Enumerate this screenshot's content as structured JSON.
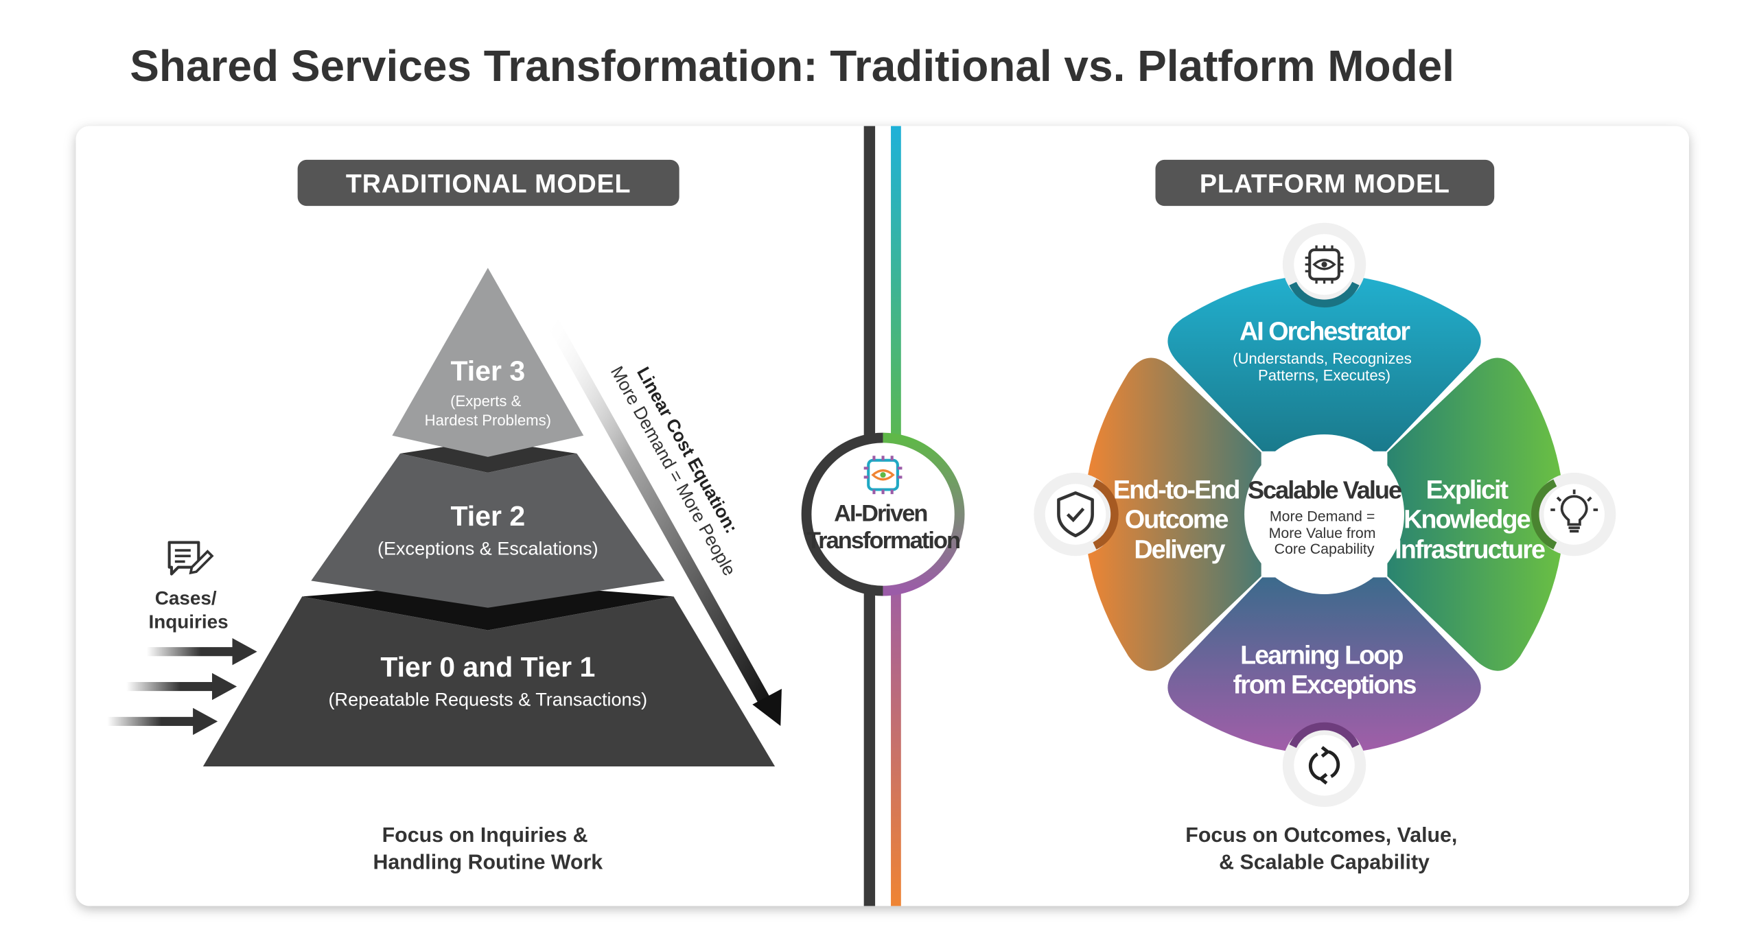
{
  "title": "Shared Services Transformation: Traditional vs. Platform Model",
  "traditional": {
    "header": "TRADITIONAL MODEL",
    "tiers": [
      {
        "name": "Tier 3",
        "desc_lines": [
          "(Experts &",
          "Hardest Problems)"
        ]
      },
      {
        "name": "Tier 2",
        "desc_lines": [
          "(Exceptions & Escalations)"
        ]
      },
      {
        "name": "Tier 0 and Tier 1",
        "desc_lines": [
          "(Repeatable Requests & Transactions)"
        ]
      }
    ],
    "input_label_lines": [
      "Cases/",
      "Inquiries"
    ],
    "input_icon": "document-edit-icon",
    "cost_arrow": {
      "title": "Linear Cost Equation:",
      "subtitle": "More Demand = More People"
    },
    "footer_lines": [
      "Focus on Inquiries &",
      "Handling Routine Work"
    ]
  },
  "transition": {
    "label_lines": [
      "AI-Driven",
      "Transformation"
    ],
    "icon": "ai-chip-eye-icon"
  },
  "platform": {
    "header": "PLATFORM MODEL",
    "center": {
      "title": "Scalable Value",
      "lines": [
        "More Demand =",
        "More Value from",
        "Core Capability"
      ]
    },
    "petals": [
      {
        "title_lines": [
          "AI Orchestrator"
        ],
        "desc_lines": [
          "(Understands, Recognizes",
          "Patterns, Executes)"
        ],
        "icon": "ai-chip-eye-icon",
        "color": "#1fa8c4"
      },
      {
        "title_lines": [
          "Explicit",
          "Knowledge",
          "Infrastructure"
        ],
        "icon": "lightbulb-icon",
        "color": "#62b946"
      },
      {
        "title_lines": [
          "Learning Loop",
          "from Exceptions"
        ],
        "icon": "refresh-loop-icon",
        "color": "#9b5ca8"
      },
      {
        "title_lines": [
          "End-to-End",
          "Outcome",
          "Delivery"
        ],
        "icon": "shield-check-icon",
        "color": "#ef8433"
      }
    ],
    "footer_lines": [
      "Focus on Outcomes, Value,",
      "& Scalable Capability"
    ]
  }
}
